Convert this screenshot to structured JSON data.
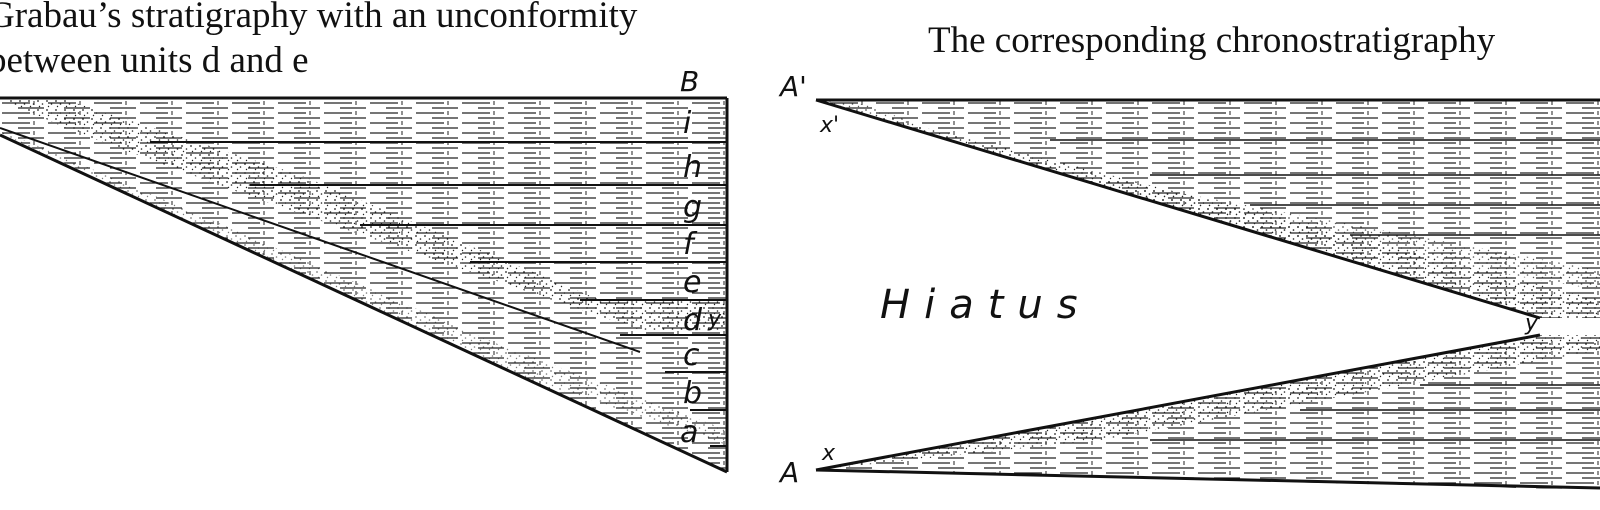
{
  "left_diagram": {
    "title_line1": "Grabau’s stratigraphy with an unconformity",
    "title_line2": "between units d and e",
    "corner_label": "B",
    "unit_labels": [
      "i",
      "h",
      "g",
      "f",
      "e",
      "d",
      "c",
      "b",
      "a"
    ],
    "point_label": "y"
  },
  "right_diagram": {
    "title": "The corresponding chronostratigraphy",
    "top_corner_label": "A'",
    "bottom_corner_label": "A",
    "top_point_label": "x'",
    "bottom_point_label": "x",
    "apex_label": "y",
    "gap_label": "Hiatus"
  }
}
